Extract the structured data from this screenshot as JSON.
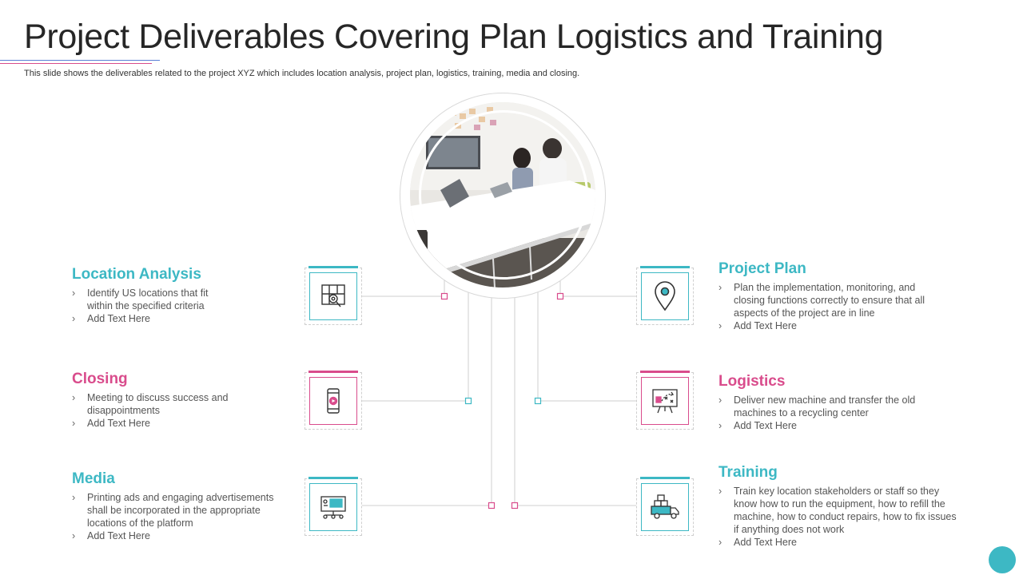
{
  "header": {
    "title": "Project Deliverables Covering Plan Logistics and Training",
    "subtitle": "This slide shows the deliverables related to the project XYZ  which includes location analysis, project plan, logistics, training, media and closing."
  },
  "colors": {
    "teal": "#3db8c4",
    "pink": "#d94c8c",
    "title": "#262626"
  },
  "photo": {
    "description_icon": "office-meeting-photo"
  },
  "left_items": [
    {
      "title": "Location Analysis",
      "icon": "map-location-icon",
      "accent": "teal",
      "bullets": [
        "Identify US locations that fit within the specified criteria",
        "Add Text Here"
      ]
    },
    {
      "title": "Closing",
      "icon": "mobile-video-icon",
      "accent": "pink",
      "bullets": [
        "Meeting to discuss success and disappointments",
        "Add Text Here"
      ]
    },
    {
      "title": "Media",
      "icon": "media-board-icon",
      "accent": "teal",
      "bullets": [
        "Printing ads and engaging advertisements shall be incorporated  in the appropriate locations of the platform",
        "Add Text Here"
      ]
    }
  ],
  "right_items": [
    {
      "title": "Project Plan",
      "icon": "location-pin-icon",
      "accent": "teal",
      "bullets": [
        "Plan the implementation,  monitoring,  and closing functions correctly to ensure that all aspects of the project are in line",
        "Add Text Here"
      ]
    },
    {
      "title": "Logistics",
      "icon": "strategy-board-icon",
      "accent": "pink",
      "bullets": [
        "Deliver  new machine and transfer the old machines to a recycling center",
        "Add Text Here"
      ]
    },
    {
      "title": "Training",
      "icon": "delivery-truck-icon",
      "accent": "teal",
      "bullets": [
        "Train  key location stakeholders or staff so they know how to run the equipment,  how to refill the machine, how to conduct repairs,  how to fix issues if anything does not work",
        "Add Text Here"
      ]
    }
  ]
}
